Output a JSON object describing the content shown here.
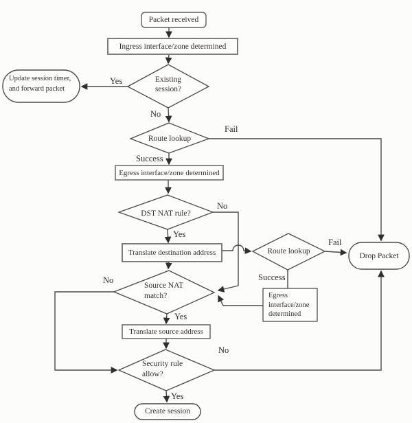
{
  "diagram": {
    "nodes": {
      "packet_received": {
        "label": "Packet received"
      },
      "ingress": {
        "label": "Ingress interface/zone determined"
      },
      "existing_session": {
        "lines": [
          "Existing",
          "session?"
        ]
      },
      "update_session": {
        "lines": [
          "Update session timer,",
          "and forward packet"
        ]
      },
      "route_lookup_1": {
        "label": "Route lookup"
      },
      "egress_1": {
        "label": "Egress interface/zone determined"
      },
      "dst_nat": {
        "label": "DST NAT rule?"
      },
      "translate_dst": {
        "label": "Translate destination address"
      },
      "route_lookup_2": {
        "label": "Route lookup"
      },
      "drop_packet": {
        "label": "Drop Packet"
      },
      "source_nat": {
        "lines": [
          "Source NAT",
          "match?"
        ]
      },
      "egress_2": {
        "lines": [
          "Egress",
          "interface/zone",
          "determined"
        ]
      },
      "translate_src": {
        "label": "Translate source address"
      },
      "security_rule": {
        "lines": [
          "Security rule",
          "allow?"
        ]
      },
      "create_session": {
        "label": "Create session"
      }
    },
    "edge_labels": {
      "existing_yes": "Yes",
      "existing_no": "No",
      "route1_fail": "Fail",
      "route1_success": "Success",
      "dst_nat_no": "No",
      "dst_nat_yes": "Yes",
      "route2_fail": "Fail",
      "route2_success": "Success",
      "source_nat_no": "No",
      "source_nat_yes": "Yes",
      "security_no": "No",
      "security_yes": "Yes"
    },
    "colors": {
      "line": "#4a4a4a",
      "box_border": "#6e6e6e",
      "text": "#33302c",
      "background": "#fcfcfb"
    }
  }
}
